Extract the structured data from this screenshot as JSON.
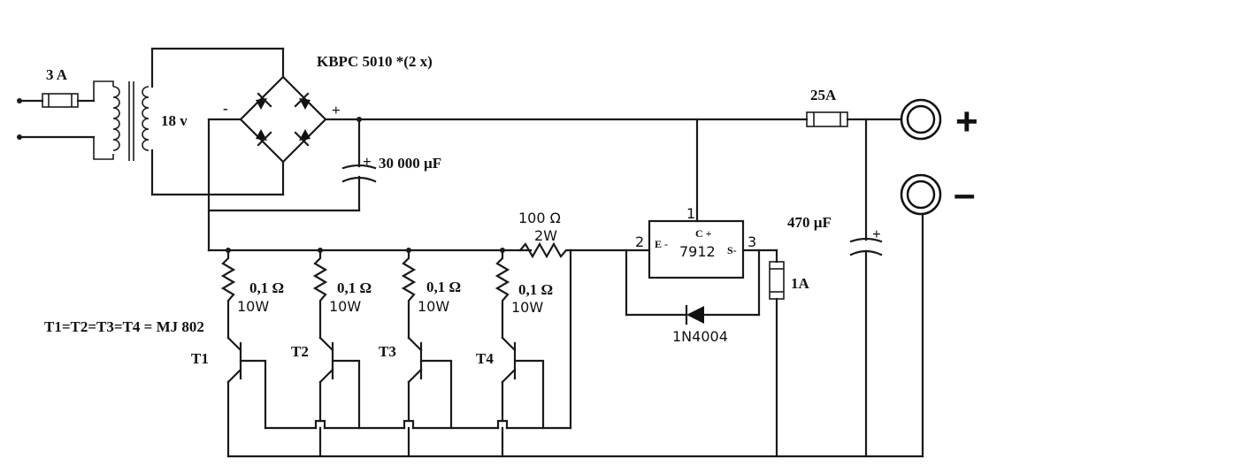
{
  "fuse_in": "3 A",
  "transformer_voltage": "18 v",
  "bridge": {
    "label": "KBPC 5010 *(2 x)",
    "minus": "-",
    "plus": "+"
  },
  "filter_cap": {
    "plus": "+",
    "value": "30 000 µF"
  },
  "fuse_out": "25A",
  "terminal_plus": "+",
  "terminal_minus": "–",
  "resistor_series": {
    "value": "100 Ω",
    "power": "2W"
  },
  "regulator": {
    "name": "7912",
    "pin1": "1",
    "pin2": "2",
    "pin3": "3",
    "e_label": "E -",
    "c_label": "C +",
    "s_label": "S-"
  },
  "output_cap": {
    "value": "470  µF",
    "plus": "+"
  },
  "fuse_reg": "1A",
  "diode": "1N4004",
  "emitter_resistors": [
    {
      "value": "0,1 Ω",
      "power": "10W"
    },
    {
      "value": "0,1 Ω",
      "power": "10W"
    },
    {
      "value": "0,1  Ω",
      "power": "10W"
    },
    {
      "value": "0,1 Ω",
      "power": "10W"
    }
  ],
  "transistor_note": "T1=T2=T3=T4 = MJ 802",
  "transistors": [
    "T1",
    "T2",
    "T3",
    "T4"
  ]
}
